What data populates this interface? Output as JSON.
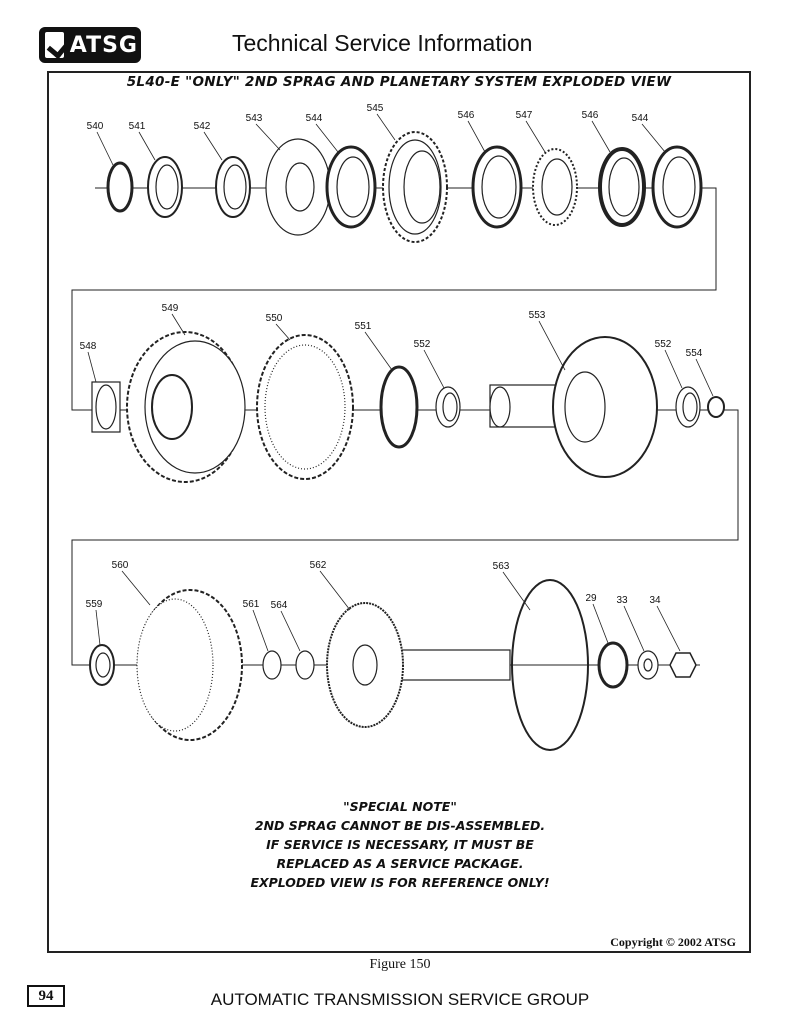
{
  "header": {
    "logo_text": "ATSG",
    "title": "Technical Service Information"
  },
  "figure": {
    "title": "5L40-E \"ONLY\" 2ND SPRAG AND PLANETARY SYSTEM EXPLODED VIEW",
    "labels": {
      "row1": [
        "540",
        "541",
        "542",
        "543",
        "544",
        "545",
        "546",
        "547",
        "546",
        "544"
      ],
      "row2": [
        "548",
        "549",
        "550",
        "551",
        "552",
        "553",
        "552",
        "554"
      ],
      "row3": [
        "559",
        "560",
        "561",
        "564",
        "562",
        "563",
        "29",
        "33",
        "34"
      ]
    },
    "note": [
      "\"SPECIAL NOTE\"",
      "2ND SPRAG CANNOT BE DIS-ASSEMBLED.",
      "IF SERVICE IS NECESSARY, IT MUST BE",
      "REPLACED AS A SERVICE PACKAGE.",
      "EXPLODED VIEW IS FOR REFERENCE ONLY!"
    ],
    "copyright": "Copyright © 2002 ATSG",
    "caption": "Figure 150"
  },
  "footer": {
    "page_number": "94",
    "text": "AUTOMATIC TRANSMISSION SERVICE GROUP"
  }
}
